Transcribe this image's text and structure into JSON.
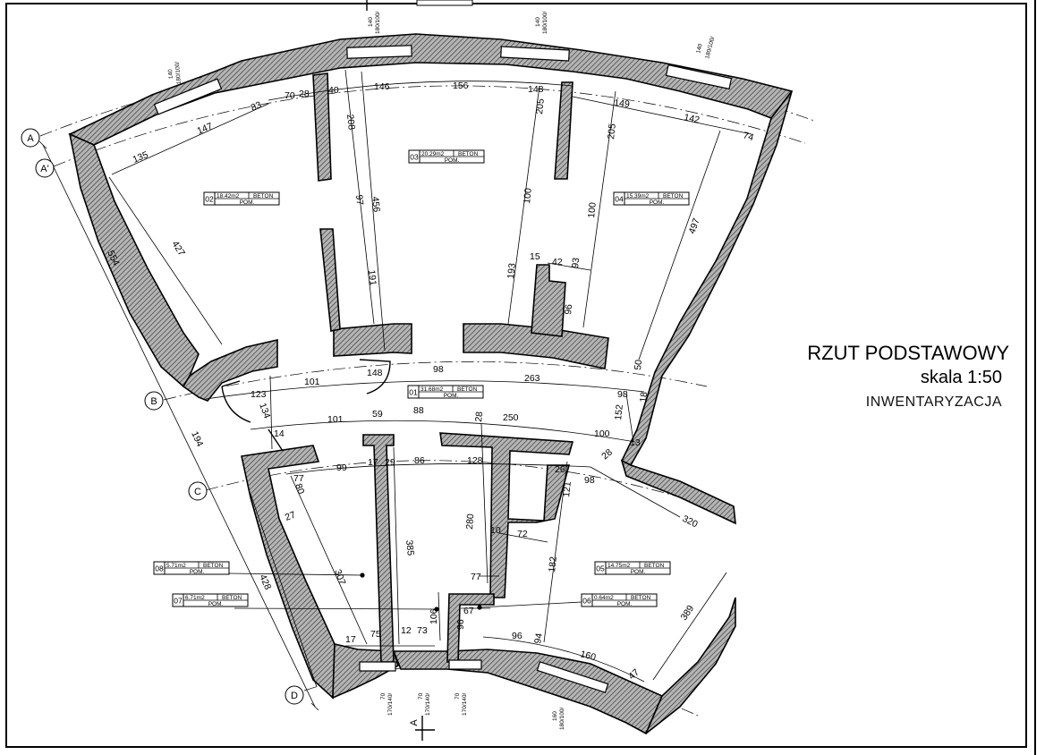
{
  "title": {
    "name": "RZUT PODSTAWOWY",
    "scale": "skala 1:50",
    "subtitle": "INWENTARYZACJA"
  },
  "axes": [
    "A",
    "A'",
    "B",
    "C",
    "D"
  ],
  "section_mark": "A",
  "rooms": [
    {
      "num": "01",
      "area": "31.68m2",
      "floor": "BETON",
      "label": "POM."
    },
    {
      "num": "02",
      "area": "18.42m2",
      "floor": "BETON",
      "label": "POM."
    },
    {
      "num": "03",
      "area": "20.29m2",
      "floor": "BETON",
      "label": "POM."
    },
    {
      "num": "04",
      "area": "15.39m2",
      "floor": "BETON",
      "label": "POM."
    },
    {
      "num": "05",
      "area": "14.75m2",
      "floor": "BETON",
      "label": "POM."
    },
    {
      "num": "06",
      "area": "0.64m2",
      "floor": "BETON",
      "label": "POM."
    },
    {
      "num": "07",
      "area": "6.71m2",
      "floor": "BETON",
      "label": "POM."
    },
    {
      "num": "08",
      "area": "5.71m2",
      "floor": "BETON",
      "label": "POM."
    }
  ],
  "window_labels": [
    "140",
    "180/100/",
    "140",
    "180/100/",
    "140",
    "180/100/",
    "140",
    "180/100/",
    "70",
    "170/140/",
    "70",
    "170/140/",
    "70",
    "170/140/",
    "160",
    "180/100/"
  ],
  "dimensions": [
    "70",
    "28",
    "40",
    "146",
    "156",
    "148",
    "83",
    "147",
    "135",
    "427",
    "208",
    "97",
    "456",
    "191",
    "205",
    "100",
    "193",
    "205",
    "100",
    "149",
    "142",
    "74",
    "497",
    "15",
    "42",
    "93",
    "96",
    "554",
    "148",
    "123",
    "101",
    "98",
    "263",
    "98",
    "152",
    "18",
    "134",
    "101",
    "59",
    "88",
    "250",
    "100",
    "13",
    "14",
    "28",
    "28",
    "77",
    "99",
    "17",
    "29",
    "86",
    "128",
    "26",
    "98",
    "80",
    "27",
    "307",
    "385",
    "280",
    "121",
    "320",
    "10",
    "72",
    "77",
    "182",
    "428",
    "194",
    "17",
    "75",
    "12",
    "73",
    "106",
    "67",
    "96",
    "96",
    "94",
    "160",
    "47",
    "389",
    "50"
  ]
}
